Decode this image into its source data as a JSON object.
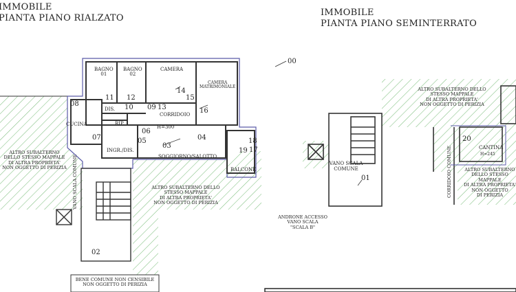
{
  "titles": {
    "left_line1": "IMMOBILE",
    "left_line2": "PIANTA PIANO RIALZATO",
    "right_line1": "IMMOBILE",
    "right_line2": "PIANTA PIANO SEMINTERRATO"
  },
  "rooms": {
    "bagno01": "BAGNO\n01",
    "bagno02": "BAGNO\n02",
    "camera": "CAMERA",
    "camera_matrimoniale": "CAMERA\nMATRIMONIALE",
    "cucina": "CUCINA",
    "dis": "DIS.",
    "rip": "RIP.",
    "corridoio": "CORRIDOIO",
    "h300": "H=300",
    "ingr_dis": "INGR./DIS.",
    "soggiorno": "SOGGIORNO/SALOTTO",
    "balcone": "BALCONE",
    "vano_scala_comune_left": "VANO SCALA COMUNE",
    "vano_scala_comune_right": "VANO SCALA\nCOMUNE",
    "corridoio_comune": "CORRIDOIO COMUNE",
    "cantina": "CANTINA",
    "h245": "H=245"
  },
  "numbers": {
    "n00": "00",
    "n01": "01",
    "n02": "02",
    "n03": "03",
    "n04": "04",
    "n05": "05",
    "n06": "06",
    "n07": "07",
    "n08": "08",
    "n09": "09",
    "n10": "10",
    "n11": "11",
    "n12": "12",
    "n13": "13",
    "n14": "14",
    "n15": "15",
    "n16": "16",
    "n17": "17",
    "n18": "18",
    "n19": "19",
    "n20": "20"
  },
  "notes": {
    "altro_left": "ALTRO SUBALTERNO\nDELLO STESSO MAPPALE\nDI ALTRA PROPRIETA'\nNON OGGETTO DI PERIZIA",
    "altro_center": "ALTRO SUBALTERNO DELLO\nSTESSO MAPPALE\nDI ALTRA PROPRIETA'\nNON OGGETTO DI PERIZIA",
    "altro_right_top": "ALTRO SUBALTERNO DELLO\nSTESSO MAPPALE\nDI ALTRA PROPRIETA'\nNON OGGETTO DI PERIZIA",
    "altro_right_bottom": "ALTRO SUBALTERNO\nDELLO STESSO\nMAPPALE\nDI ALTRA PROPRIETA'\nNON OGGETTO\nDI PERIZIA",
    "bene_comune": "BENE COMUNE NON CENSIBILE\nNON OGGETTO DI PERIZIA",
    "androne": "ANDRONE ACCESSO\nVANO SCALA\n\"SCALA B\""
  },
  "colors": {
    "hatch": "#7fbf7f",
    "wall": "#333333",
    "boundary": "#5a5aa8"
  }
}
